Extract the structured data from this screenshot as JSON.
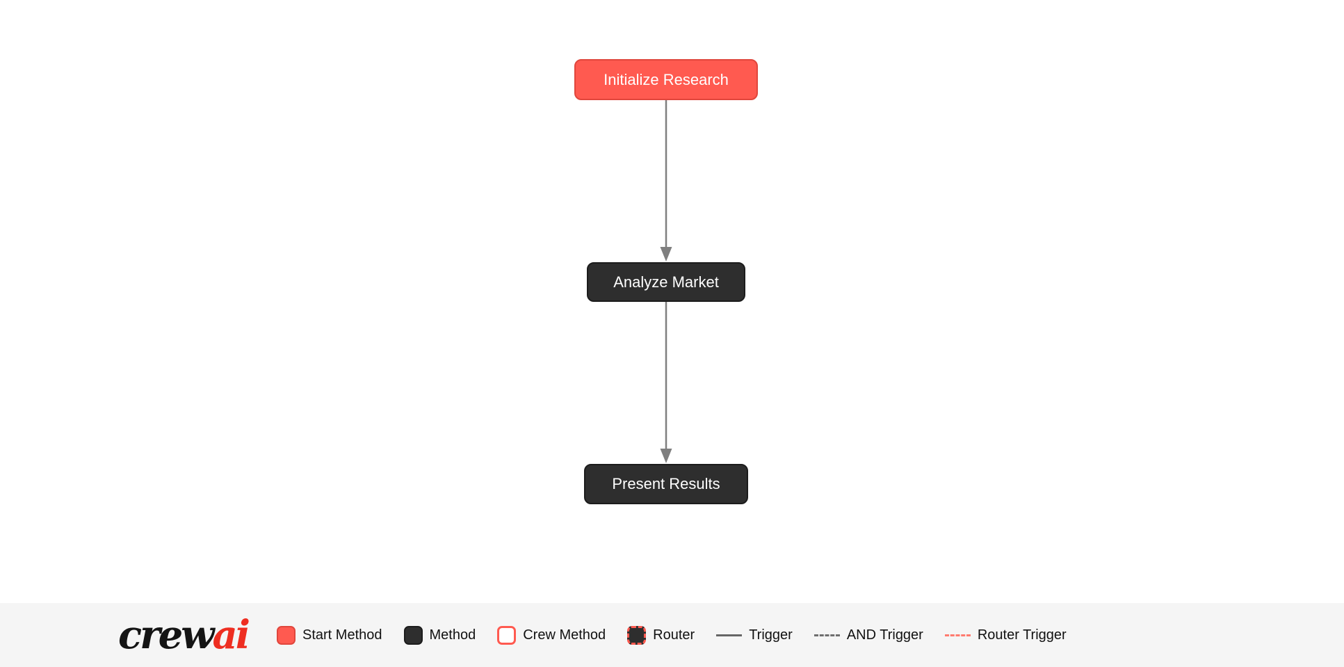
{
  "flow": {
    "nodes": [
      {
        "label": "Initialize Research",
        "type": "start-method"
      },
      {
        "label": "Analyze Market",
        "type": "method"
      },
      {
        "label": "Present Results",
        "type": "method"
      }
    ],
    "edges": [
      {
        "from": "Initialize Research",
        "to": "Analyze Market",
        "style": "trigger"
      },
      {
        "from": "Analyze Market",
        "to": "Present Results",
        "style": "trigger"
      }
    ]
  },
  "legend": {
    "logo": {
      "black_part": "crew",
      "red_part": "ai"
    },
    "items": [
      {
        "label": "Start Method",
        "swatch": "start-square"
      },
      {
        "label": "Method",
        "swatch": "method-square"
      },
      {
        "label": "Crew Method",
        "swatch": "crew-method-square"
      },
      {
        "label": "Router",
        "swatch": "router-square"
      },
      {
        "label": "Trigger",
        "swatch": "solid-gray-line"
      },
      {
        "label": "AND Trigger",
        "swatch": "dashed-gray-line"
      },
      {
        "label": "Router Trigger",
        "swatch": "dashed-red-line"
      }
    ]
  },
  "colors": {
    "start_method_fill": "#FF5A50",
    "method_fill": "#2e2e2e",
    "crew_method_border": "#FF5A50",
    "router_border": "#FF5A50",
    "trigger_line": "#666666",
    "router_trigger_line": "#ff7b6f",
    "edge_arrow": "#7f7f7f",
    "legend_background": "#f5f5f5",
    "canvas_background": "#ffffff"
  }
}
